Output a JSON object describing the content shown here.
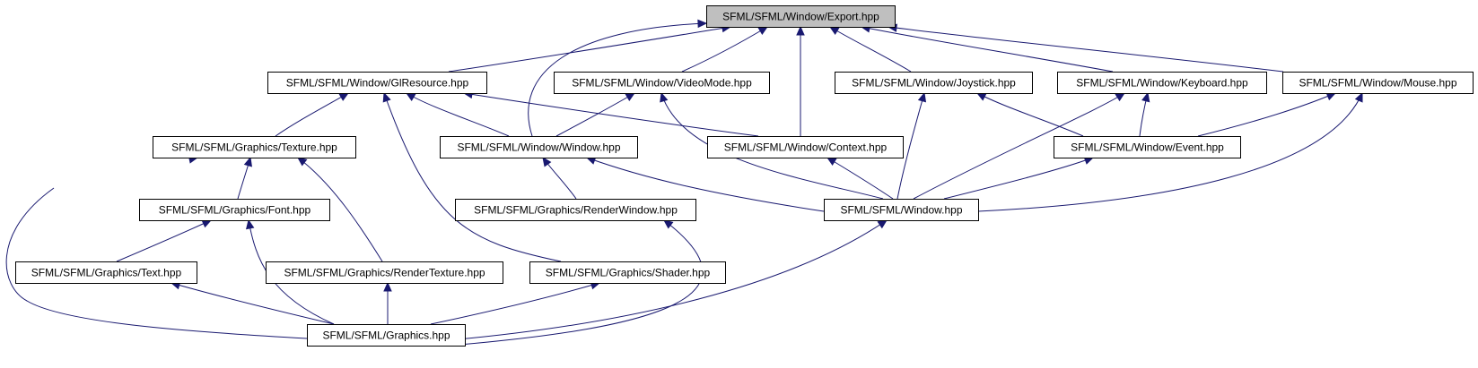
{
  "diagram": {
    "type": "include-dependency-graph",
    "colors": {
      "edge": "#191970",
      "root_fill": "#bfbfbf",
      "node_fill": "#ffffff",
      "border": "#000000"
    },
    "nodes": [
      {
        "id": "export",
        "label": "SFML/SFML/Window/Export.hpp",
        "root": true
      },
      {
        "id": "glresource",
        "label": "SFML/SFML/Window/GlResource.hpp"
      },
      {
        "id": "videomode",
        "label": "SFML/SFML/Window/VideoMode.hpp"
      },
      {
        "id": "joystick",
        "label": "SFML/SFML/Window/Joystick.hpp"
      },
      {
        "id": "keyboard",
        "label": "SFML/SFML/Window/Keyboard.hpp"
      },
      {
        "id": "mouse",
        "label": "SFML/SFML/Window/Mouse.hpp"
      },
      {
        "id": "texture",
        "label": "SFML/SFML/Graphics/Texture.hpp"
      },
      {
        "id": "window",
        "label": "SFML/SFML/Window/Window.hpp"
      },
      {
        "id": "context",
        "label": "SFML/SFML/Window/Context.hpp"
      },
      {
        "id": "event",
        "label": "SFML/SFML/Window/Event.hpp"
      },
      {
        "id": "font",
        "label": "SFML/SFML/Graphics/Font.hpp"
      },
      {
        "id": "renderwindow",
        "label": "SFML/SFML/Graphics/RenderWindow.hpp"
      },
      {
        "id": "windowhpp",
        "label": "SFML/SFML/Window.hpp"
      },
      {
        "id": "text",
        "label": "SFML/SFML/Graphics/Text.hpp"
      },
      {
        "id": "rendertexture",
        "label": "SFML/SFML/Graphics/RenderTexture.hpp"
      },
      {
        "id": "shader",
        "label": "SFML/SFML/Graphics/Shader.hpp"
      },
      {
        "id": "graphics",
        "label": "SFML/SFML/Graphics.hpp"
      }
    ],
    "edges": [
      {
        "from": "glresource",
        "to": "export"
      },
      {
        "from": "videomode",
        "to": "export"
      },
      {
        "from": "context",
        "to": "export"
      },
      {
        "from": "joystick",
        "to": "export"
      },
      {
        "from": "keyboard",
        "to": "export"
      },
      {
        "from": "mouse",
        "to": "export"
      },
      {
        "from": "window",
        "to": "export"
      },
      {
        "from": "texture",
        "to": "glresource"
      },
      {
        "from": "window",
        "to": "glresource"
      },
      {
        "from": "context",
        "to": "glresource"
      },
      {
        "from": "shader",
        "to": "glresource"
      },
      {
        "from": "window",
        "to": "videomode"
      },
      {
        "from": "windowhpp",
        "to": "videomode"
      },
      {
        "from": "windowhpp",
        "to": "joystick"
      },
      {
        "from": "event",
        "to": "joystick"
      },
      {
        "from": "windowhpp",
        "to": "keyboard"
      },
      {
        "from": "event",
        "to": "keyboard"
      },
      {
        "from": "event",
        "to": "mouse"
      },
      {
        "from": "windowhpp",
        "to": "mouse"
      },
      {
        "from": "font",
        "to": "texture"
      },
      {
        "from": "rendertexture",
        "to": "texture"
      },
      {
        "from": "graphics",
        "to": "texture"
      },
      {
        "from": "renderwindow",
        "to": "window"
      },
      {
        "from": "windowhpp",
        "to": "window"
      },
      {
        "from": "windowhpp",
        "to": "context"
      },
      {
        "from": "windowhpp",
        "to": "event"
      },
      {
        "from": "text",
        "to": "font"
      },
      {
        "from": "graphics",
        "to": "font"
      },
      {
        "from": "graphics",
        "to": "renderwindow"
      },
      {
        "from": "graphics",
        "to": "windowhpp"
      },
      {
        "from": "graphics",
        "to": "text"
      },
      {
        "from": "graphics",
        "to": "rendertexture"
      },
      {
        "from": "graphics",
        "to": "shader"
      }
    ]
  }
}
